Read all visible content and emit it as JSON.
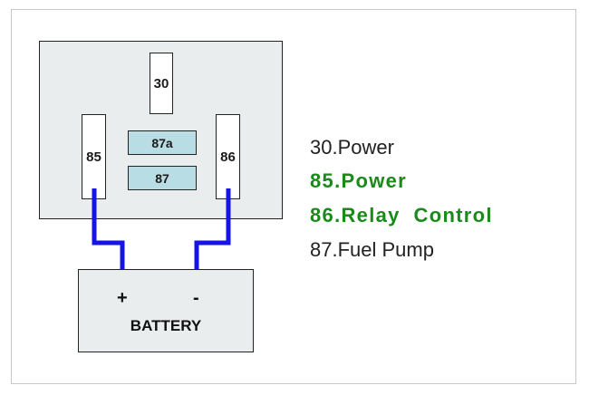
{
  "relay": {
    "pins": {
      "p30": "30",
      "p85": "85",
      "p86": "86",
      "p87a": "87a",
      "p87": "87"
    }
  },
  "battery": {
    "label": "BATTERY",
    "positive": "+",
    "negative": "-"
  },
  "legend": {
    "item1": "30.Power",
    "item2": "85.Power",
    "item3": "86.Relay  Control",
    "item4": "87.Fuel Pump"
  },
  "colors": {
    "wire": "#1414e6",
    "highlight": "#1a8a1a",
    "pin_fill": "#b9dde4",
    "body_fill": "#e9eded"
  }
}
